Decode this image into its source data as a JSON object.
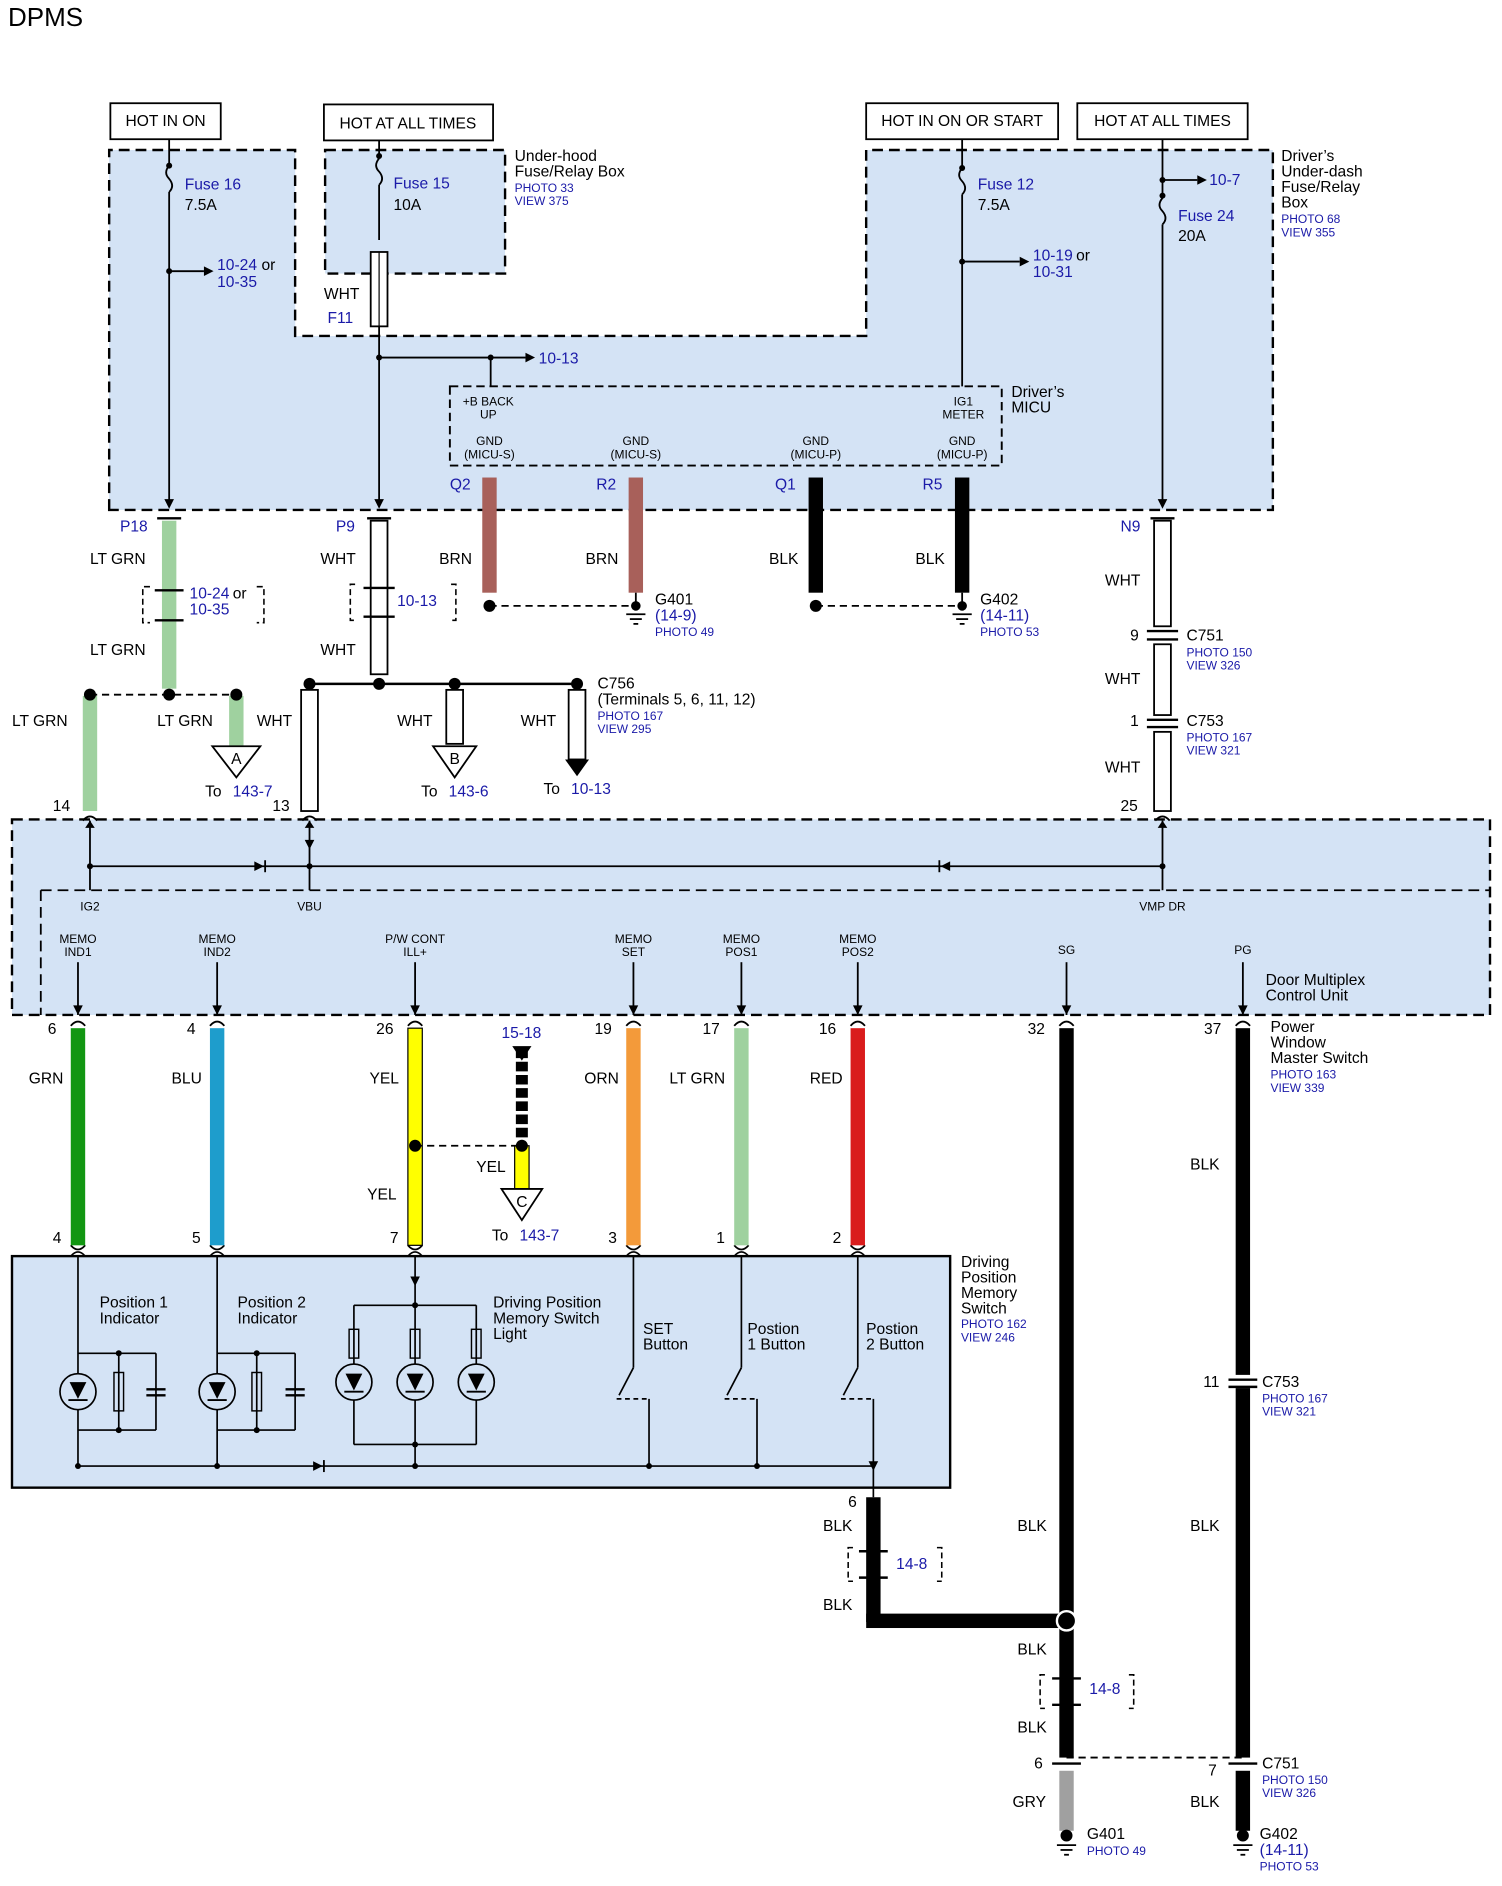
{
  "title": "DPMS",
  "colors": {
    "box_fill": "#d4e3f5",
    "link_blue": "#1a1aa8",
    "wire_ltgrn": "#9fd19f",
    "wire_brn": "#a8605a",
    "wire_grn": "#129612",
    "wire_blu": "#1e9dcc",
    "wire_yel": "#ffff00",
    "wire_orn": "#f39a3a",
    "wire_red": "#d91c1c",
    "wire_blk": "#000000",
    "wire_gry": "#a0a0a0"
  },
  "power_labels": [
    "HOT IN ON",
    "HOT AT ALL TIMES",
    "HOT IN ON OR START",
    "HOT AT ALL TIMES"
  ],
  "fuses": [
    {
      "name": "Fuse 16",
      "amp": "7.5A"
    },
    {
      "name": "Fuse 15",
      "amp": "10A"
    },
    {
      "name": "Fuse 12",
      "amp": "7.5A"
    },
    {
      "name": "Fuse 24",
      "amp": "20A"
    }
  ],
  "underhood": {
    "name1": "Under-hood",
    "name2": "Fuse/Relay Box",
    "photo": "PHOTO 33",
    "view": "VIEW 375"
  },
  "driver_box": {
    "l1": "Driver’s",
    "l2": "Under-dash",
    "l3": "Fuse/Relay",
    "l4": "Box",
    "photo": "PHOTO 68",
    "view": "VIEW 355"
  },
  "micu": {
    "name1": "Driver’s",
    "name2": "MICU",
    "backup1": "+B BACK",
    "backup2": "UP",
    "ig1": "IG1",
    "meter": "METER",
    "gnd": "GND",
    "gnd_s": "(MICU-S)",
    "gnd_p": "(MICU-P)",
    "pins": [
      "Q2",
      "R2",
      "Q1",
      "R5"
    ]
  },
  "refs": {
    "r1024": "10-24",
    "or": "or",
    "r1035": "10-35",
    "r1013": "10-13",
    "r1019": "10-19",
    "r1031": "10-31",
    "r107": "10-7",
    "r149": "(14-9)",
    "r1411": "(14-11)",
    "r148": "14-8",
    "r1518": "15-18",
    "to": "To",
    "r1437": "143-7",
    "r1436": "143-6"
  },
  "pins": {
    "F11": "F11",
    "P18": "P18",
    "P9": "P9",
    "N9": "N9",
    "p14": "14",
    "p13": "13",
    "p25": "25",
    "p9": "9",
    "p1": "1",
    "p11": "11",
    "p6": "6",
    "p7": "7"
  },
  "wires": {
    "ltgrn": "LT GRN",
    "wht": "WHT",
    "brn": "BRN",
    "blk": "BLK",
    "grn": "GRN",
    "blu": "BLU",
    "yel": "YEL",
    "orn": "ORN",
    "red": "RED",
    "gry": "GRY"
  },
  "grounds": {
    "g401": "G401",
    "g402": "G402",
    "photo49": "PHOTO 49",
    "photo53": "PHOTO 53"
  },
  "connectors": {
    "c756": "C756",
    "c756_term": "(Terminals 5, 6, 11, 12)",
    "c756_photo": "PHOTO 167",
    "c756_view": "VIEW 295",
    "c751": "C751",
    "c751_photo": "PHOTO 150",
    "c751_view": "VIEW 326",
    "c753": "C753",
    "c753_photo": "PHOTO 167",
    "c753_view": "VIEW 321"
  },
  "junctions": [
    "A",
    "B",
    "C"
  ],
  "dmcu": {
    "name1": "Door Multiplex",
    "name2": "Control Unit",
    "ig2": "IG2",
    "vbu": "VBU",
    "vmp": "VMP DR",
    "terminals": [
      {
        "l1": "MEMO",
        "l2": "IND1",
        "pin": "6",
        "wire": "GRN",
        "lower": "4"
      },
      {
        "l1": "MEMO",
        "l2": "IND2",
        "pin": "4",
        "wire": "BLU",
        "lower": "5"
      },
      {
        "l1": "P/W CONT",
        "l2": "ILL+",
        "pin": "26",
        "wire": "YEL",
        "lower": "7"
      },
      {
        "l1": "MEMO",
        "l2": "SET",
        "pin": "19",
        "wire": "ORN",
        "lower": "3"
      },
      {
        "l1": "MEMO",
        "l2": "POS1",
        "pin": "17",
        "wire": "LT GRN",
        "lower": "1"
      },
      {
        "l1": "MEMO",
        "l2": "POS2",
        "pin": "16",
        "wire": "RED",
        "lower": "2"
      },
      {
        "l1": "SG",
        "l2": "",
        "pin": "32",
        "wire": "",
        "lower": ""
      },
      {
        "l1": "PG",
        "l2": "",
        "pin": "37",
        "wire": "",
        "lower": ""
      }
    ]
  },
  "pwms": {
    "l1": "Power",
    "l2": "Window",
    "l3": "Master Switch",
    "photo": "PHOTO 163",
    "view": "VIEW 339"
  },
  "dpms_switch": {
    "l1": "Driving",
    "l2": "Position",
    "l3": "Memory",
    "l4": "Switch",
    "photo": "PHOTO 162",
    "view": "VIEW 246"
  },
  "switch_parts": {
    "pos1a": "Position 1",
    "pos1b": "Indicator",
    "pos2a": "Position 2",
    "pos2b": "Indicator",
    "light1": "Driving Position",
    "light2": "Memory Switch",
    "light3": "Light",
    "set1": "SET",
    "set2": "Button",
    "p1a": "Postion",
    "p1b": "1 Button",
    "p2a": "Postion",
    "p2b": "2 Button"
  }
}
